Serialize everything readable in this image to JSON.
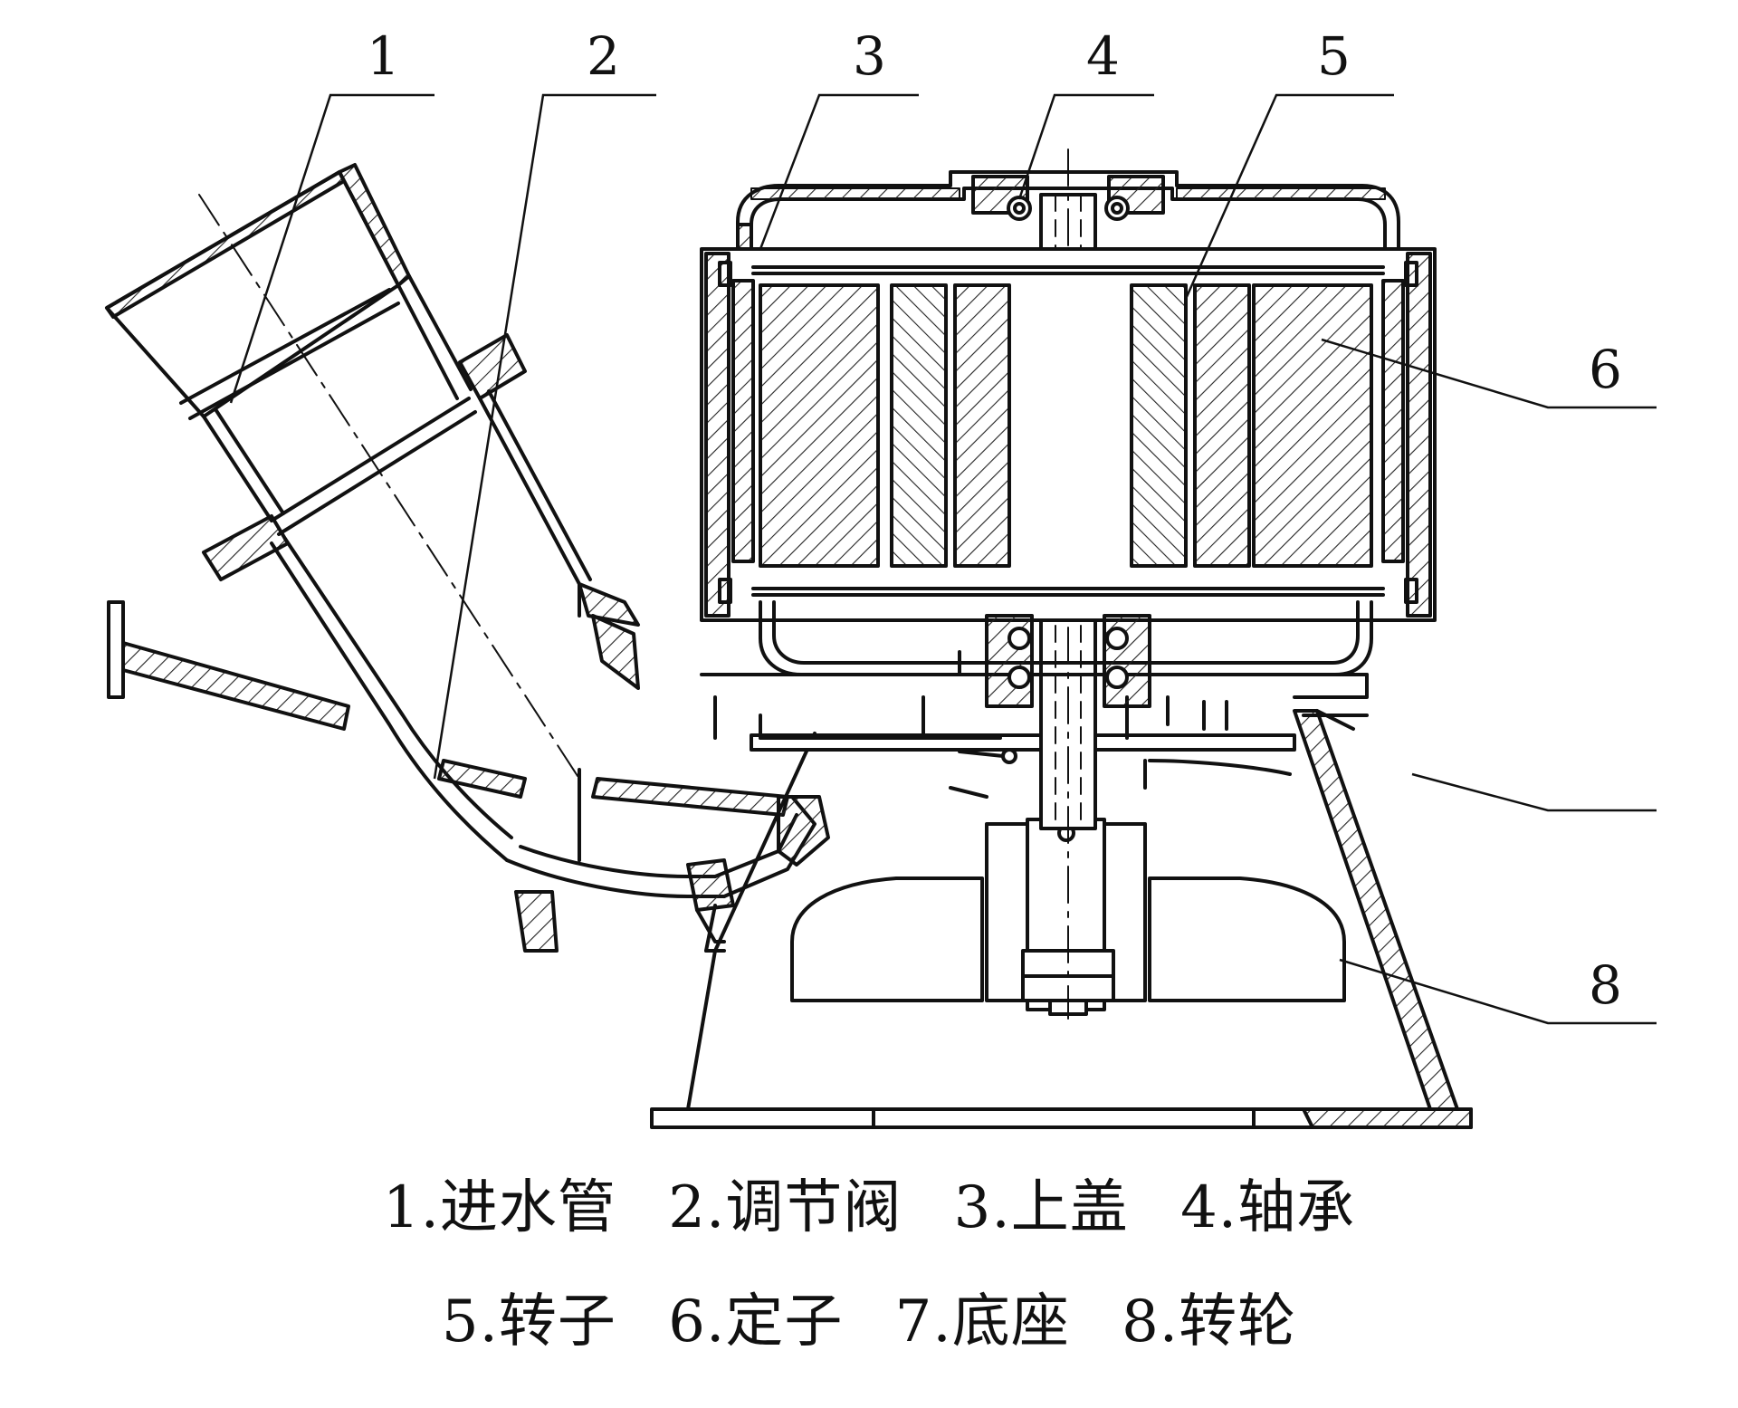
{
  "callouts": {
    "c1": "1",
    "c2": "2",
    "c3": "3",
    "c4": "4",
    "c5": "5",
    "c6": "6",
    "c8": "8"
  },
  "legend": {
    "line1": [
      {
        "num": "1.",
        "name": "进水管"
      },
      {
        "num": "2.",
        "name": "调节阀"
      },
      {
        "num": "3.",
        "name": "上盖"
      },
      {
        "num": "4.",
        "name": "轴承"
      }
    ],
    "line2": [
      {
        "num": "5.",
        "name": "转子"
      },
      {
        "num": "6.",
        "name": "定子"
      },
      {
        "num": "7.",
        "name": "底座"
      },
      {
        "num": "8.",
        "name": "转轮"
      }
    ]
  }
}
